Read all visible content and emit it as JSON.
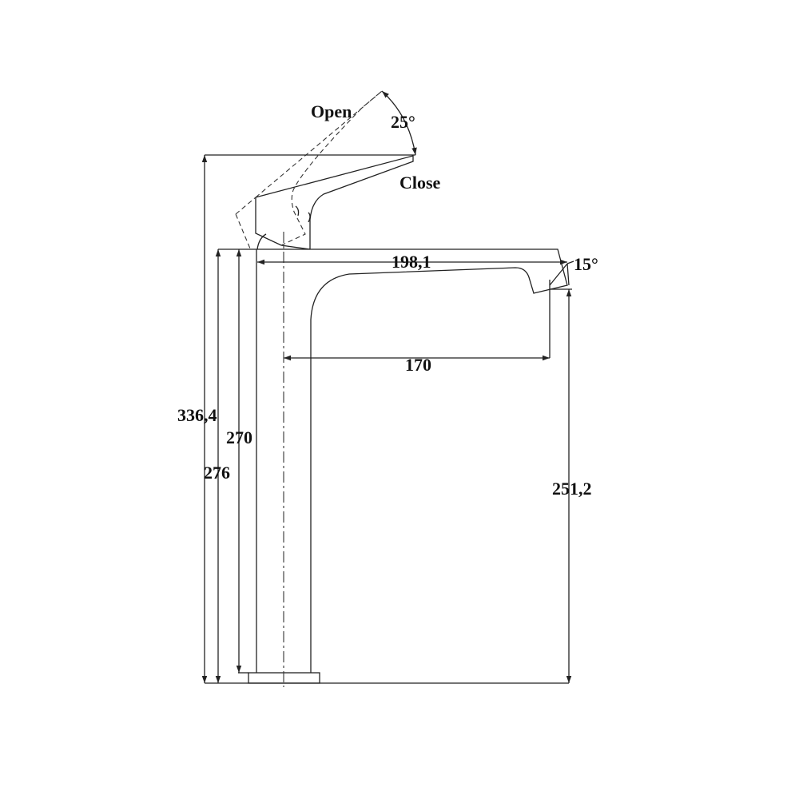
{
  "labels": {
    "open": "Open",
    "close": "Close",
    "handle_angle": "25°",
    "spout_angle": "15°"
  },
  "dimensions": {
    "total_height": "336,4",
    "body_height_inner": "270",
    "body_height": "276",
    "spout_reach": "198,1",
    "spout_center_reach": "170",
    "spout_outlet_height": "251,2"
  },
  "colors": {
    "line": "#222222",
    "background": "#ffffff"
  }
}
